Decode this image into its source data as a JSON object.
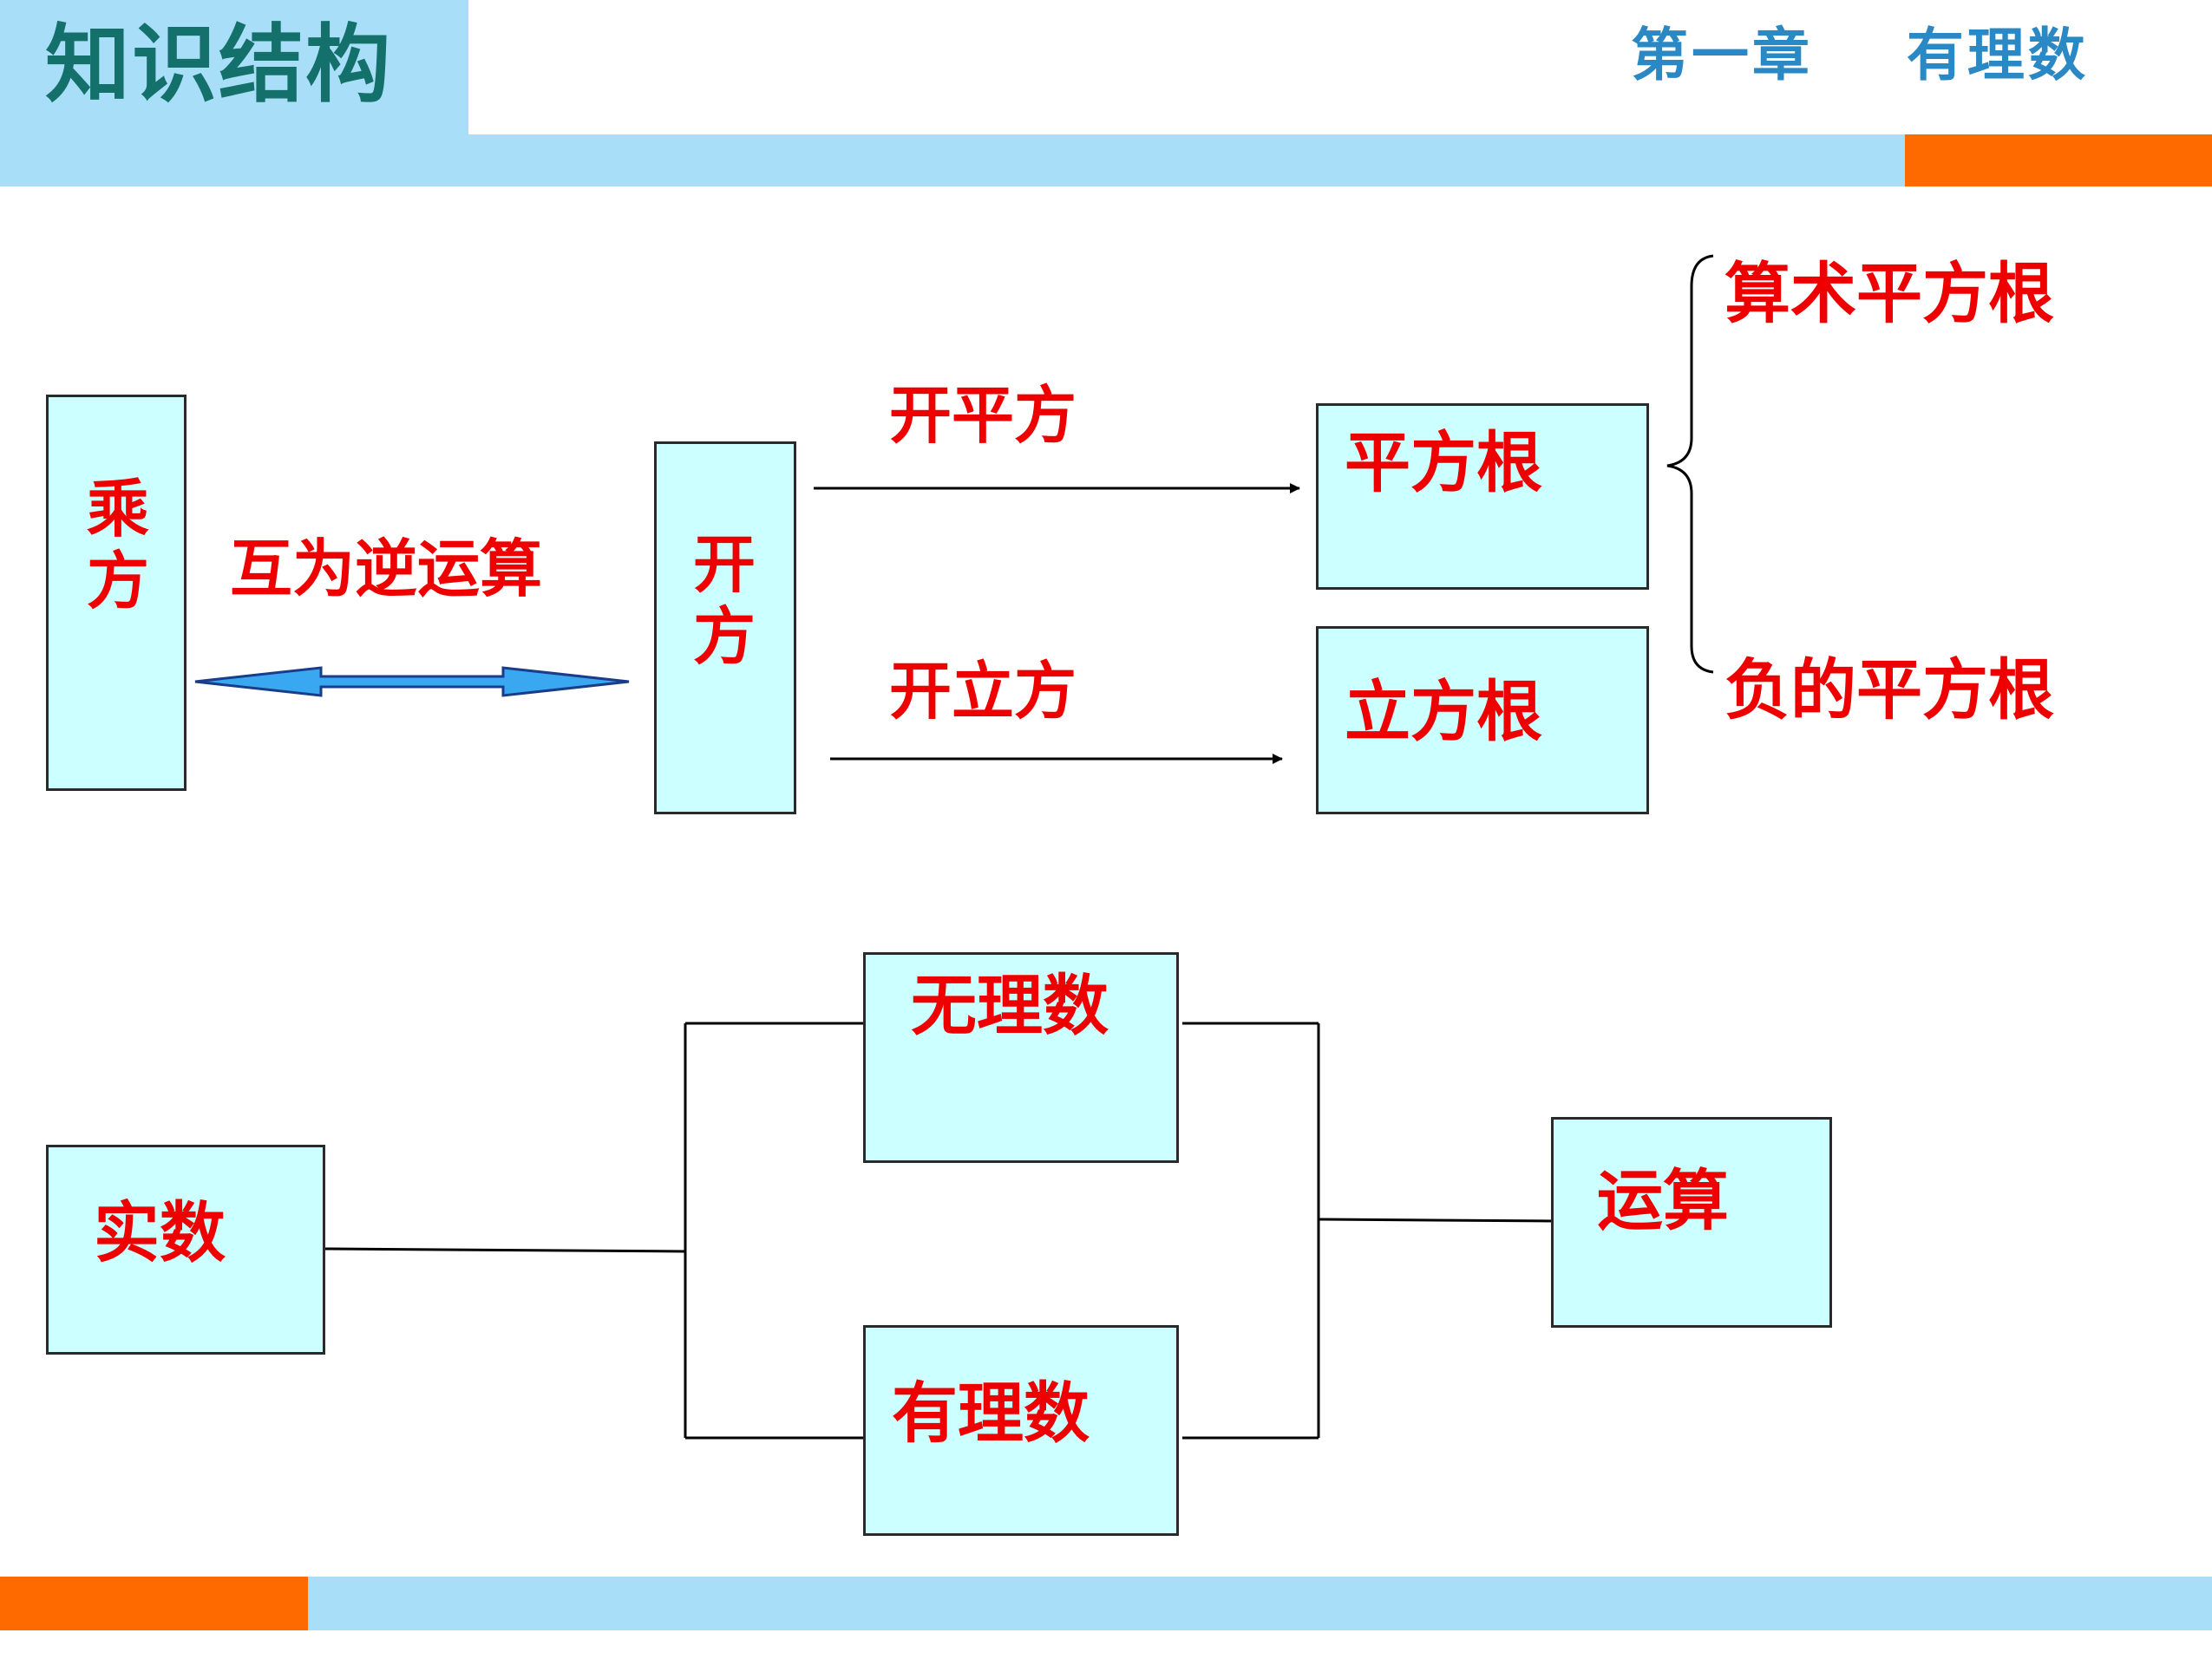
{
  "header": {
    "title": "知识结构",
    "chapter": "第一章    有理数"
  },
  "diagram": {
    "top": {
      "power_box": "乘方",
      "root_box": "开方",
      "inverse_label": "互为逆运算",
      "sqrt_op_label": "开平方",
      "cbrt_op_label": "开立方",
      "square_root_box": "平方根",
      "cube_root_box": "立方根",
      "arithmetic_root_label": "算术平方根",
      "negative_root_label": "负的平方根"
    },
    "bottom": {
      "real_box": "实数",
      "irrational_box": "无理数",
      "rational_box": "有理数",
      "operations_box": "运算"
    }
  },
  "colors": {
    "title_bg": "#a8def8",
    "title_text": "#14706a",
    "chapter_text": "#2a88c4",
    "accent": "#ff6a00",
    "box_fill": "#ccffff",
    "label_red": "#ee0000",
    "arrow_blue": "#3aa8f0"
  }
}
